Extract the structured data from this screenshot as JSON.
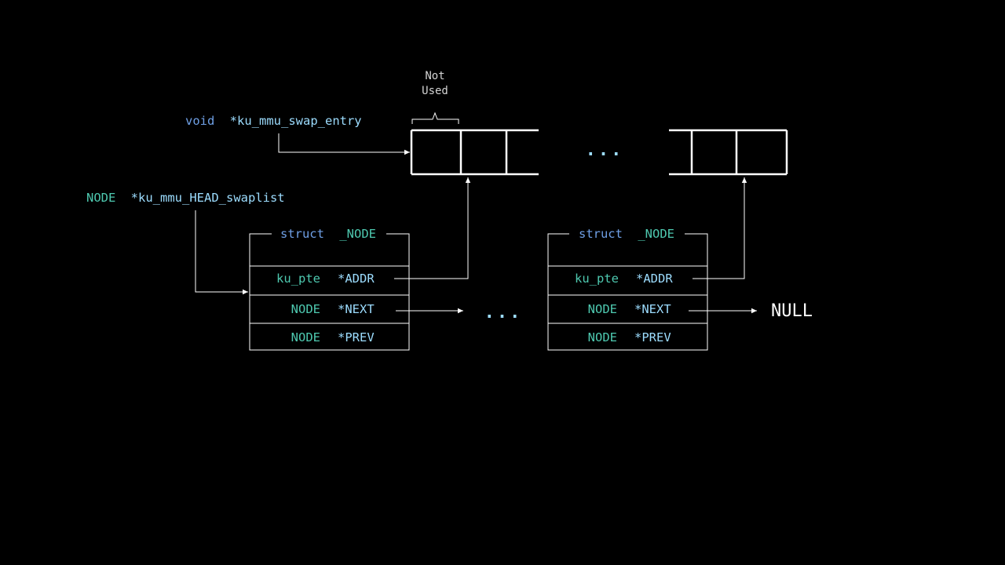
{
  "colors": {
    "background": "#000000",
    "keyword": "#6fa0e6",
    "type": "#4ec9b0",
    "identifier": "#9cdcfe",
    "plain": "#d4d4d4",
    "line": "#ffffff"
  },
  "swap_entry": {
    "decl_type": "void",
    "decl_name": "*ku_mmu_swap_entry",
    "not_used_line1": "Not",
    "not_used_line2": "Used",
    "ellipsis": "..."
  },
  "head": {
    "decl_type": "NODE",
    "decl_name": "*ku_mmu_HEAD_swaplist"
  },
  "nodes": [
    {
      "title_kw": "struct",
      "title_name": "_NODE",
      "fields": [
        {
          "type": "ku_pte",
          "name": "*ADDR"
        },
        {
          "type": "NODE",
          "name": "*NEXT"
        },
        {
          "type": "NODE",
          "name": "*PREV"
        }
      ]
    },
    {
      "title_kw": "struct",
      "title_name": "_NODE",
      "fields": [
        {
          "type": "ku_pte",
          "name": "*ADDR"
        },
        {
          "type": "NODE",
          "name": "*NEXT"
        },
        {
          "type": "NODE",
          "name": "*PREV"
        }
      ]
    }
  ],
  "middle_ellipsis": "...",
  "null_label": "NULL"
}
